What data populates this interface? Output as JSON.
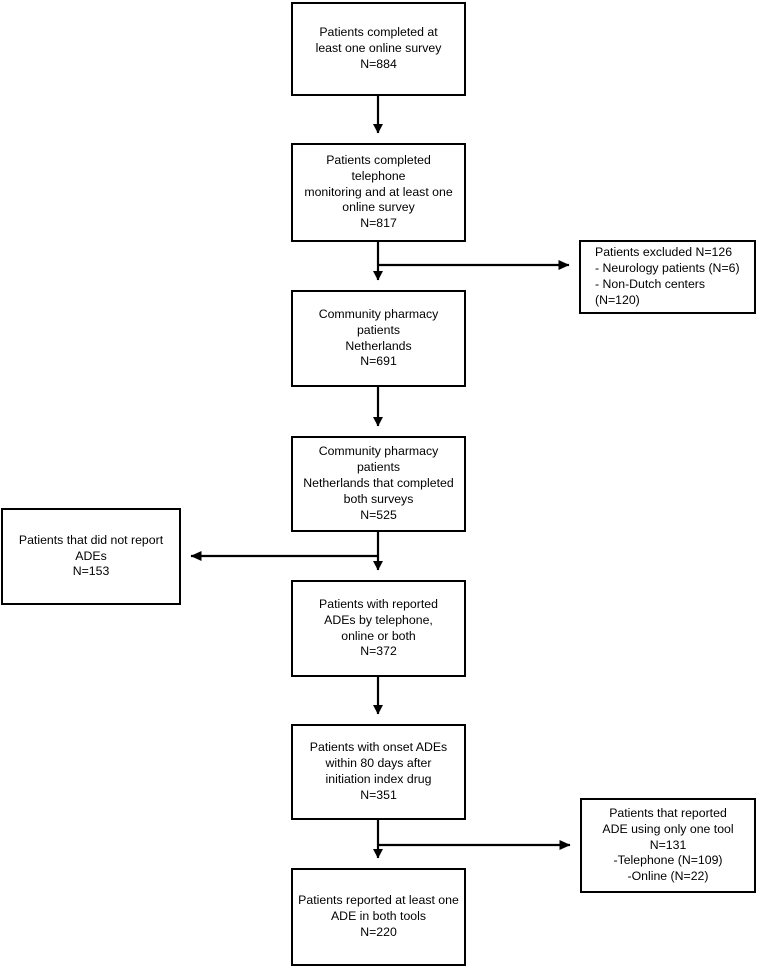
{
  "figure": {
    "type": "flowchart",
    "orientation": "top-to-bottom",
    "line_color": "#000000",
    "box_border_color": "#000000",
    "background_color": "#ffffff"
  },
  "nodes": {
    "b1": {
      "id": "patients-completed-online-survey",
      "lines": [
        "Patients completed at",
        "least one online survey",
        "N=884"
      ],
      "count_label": "N=884",
      "count": 884,
      "align": "center"
    },
    "b2": {
      "id": "patients-completed-telephone-and-online",
      "lines": [
        "Patients completed telephone",
        "monitoring and at least one",
        "online survey",
        "N=817"
      ],
      "count_label": "N=817",
      "count": 817,
      "align": "center"
    },
    "b3": {
      "id": "community-pharmacy-netherlands",
      "lines": [
        "Community pharmacy patients",
        "Netherlands",
        "N=691"
      ],
      "count_label": "N=691",
      "count": 691,
      "align": "center"
    },
    "b4": {
      "id": "community-pharmacy-both-surveys",
      "lines": [
        "Community pharmacy patients",
        "Netherlands that completed",
        "both surveys",
        "N=525"
      ],
      "count_label": "N=525",
      "count": 525,
      "align": "center"
    },
    "b5": {
      "id": "patients-with-reported-ades",
      "lines": [
        "Patients with reported",
        "ADEs by telephone,",
        "online or both",
        "N=372"
      ],
      "count_label": "N=372",
      "count": 372,
      "align": "center"
    },
    "b6": {
      "id": "patients-onset-ades-80-days",
      "lines": [
        "Patients with onset ADEs",
        "within 80 days after",
        "initiation index drug",
        "N=351"
      ],
      "count_label": "N=351",
      "count": 351,
      "align": "center"
    },
    "b7": {
      "id": "patients-reported-ade-both-tools",
      "lines": [
        "Patients reported at least one",
        "ADE in both tools",
        "N=220"
      ],
      "count_label": "N=220",
      "count": 220,
      "align": "center"
    },
    "s1": {
      "id": "patients-excluded",
      "lines": [
        "Patients excluded N=126",
        "- Neurology patients (N=6)",
        "- Non-Dutch centers (N=120)"
      ],
      "count_label": "N=126",
      "count": 126,
      "align": "left"
    },
    "s2": {
      "id": "patients-did-not-report-ades",
      "lines": [
        "Patients that did not report",
        "ADEs",
        "N=153"
      ],
      "count_label": "N=153",
      "count": 153,
      "align": "center"
    },
    "s3": {
      "id": "patients-reported-ade-one-tool",
      "lines": [
        "Patients that reported",
        "ADE using only one tool",
        "N=131",
        "-Telephone (N=109)",
        "-Online (N=22)"
      ],
      "count_label": "N=131",
      "count": 131,
      "align": "center"
    }
  },
  "edges": [
    {
      "from": "b1",
      "to": "b2",
      "direction": "down"
    },
    {
      "from": "b2",
      "to": "b3",
      "direction": "down"
    },
    {
      "from": "b2",
      "to": "s1",
      "direction": "right"
    },
    {
      "from": "b3",
      "to": "b4",
      "direction": "down"
    },
    {
      "from": "b4",
      "to": "b5",
      "direction": "down"
    },
    {
      "from": "b4",
      "to": "s2",
      "direction": "left"
    },
    {
      "from": "b5",
      "to": "b6",
      "direction": "down"
    },
    {
      "from": "b6",
      "to": "b7",
      "direction": "down"
    },
    {
      "from": "b6",
      "to": "s3",
      "direction": "right"
    }
  ]
}
